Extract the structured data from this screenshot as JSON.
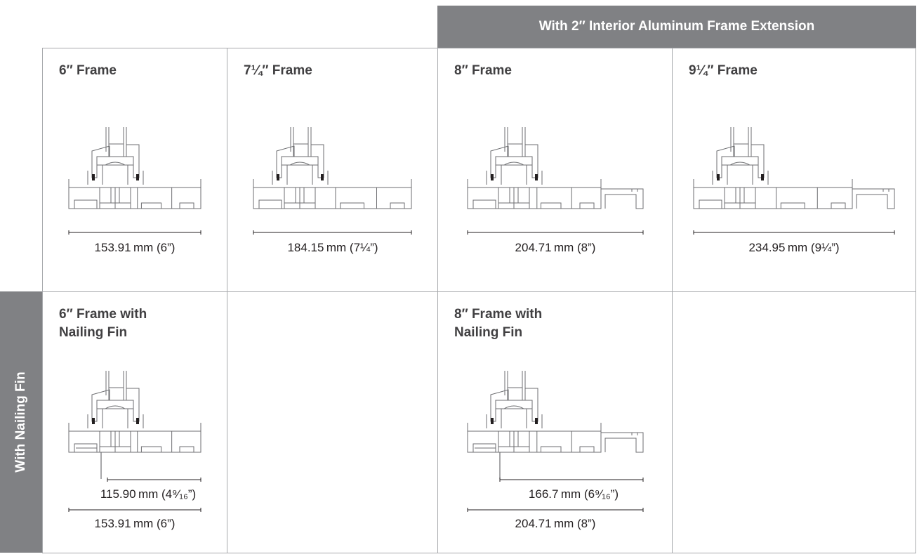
{
  "header": {
    "extension_label": "With 2″ Interior Aluminum Frame Extension"
  },
  "side_label": "With Nailing Fin",
  "cells": [
    {
      "title": "6″ Frame",
      "dims": [
        "153.91 mm (6”)"
      ]
    },
    {
      "title": "7¼″ Frame",
      "dims": [
        "184.15 mm (7¼”)"
      ]
    },
    {
      "title": "8″ Frame",
      "dims": [
        "204.71 mm (8”)"
      ]
    },
    {
      "title": "9¼″ Frame",
      "dims": [
        "234.95 mm (9¼”)"
      ]
    },
    {
      "title": "6″ Frame with\nNailing Fin",
      "dims": [
        "115.90 mm (4⁹⁄₁₆”)",
        "153.91 mm (6”)"
      ]
    },
    {
      "title": "8″ Frame with\nNailing Fin",
      "dims": [
        "166.7 mm (6⁹⁄₁₆”)",
        "204.71 mm (8”)"
      ]
    }
  ]
}
